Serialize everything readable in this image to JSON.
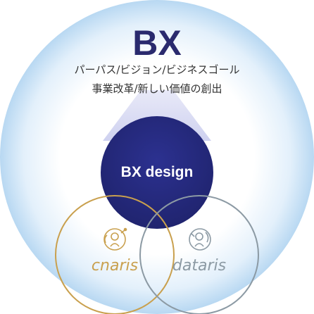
{
  "title": "BX",
  "subtitle_line1": "パーパス/ビジョン/ビジネスゴール",
  "subtitle_line2": "事業改革/新しい価値の創出",
  "center_label": "BX design",
  "brands": {
    "left": {
      "label": "cnaris",
      "icon": "cnaris-mascot-icon"
    },
    "right": {
      "label": "dataris",
      "icon": "dataris-mascot-icon"
    }
  },
  "colors": {
    "title": "#2a2a6e",
    "subtitle": "#333333",
    "design_fill": "#262b86",
    "design_text": "#ffffff",
    "cnaris_ring": "#c9a04e",
    "dataris_ring": "#8c9aa4",
    "glow_edge": "#b8d8f2",
    "beam": "#d6d8f2"
  }
}
